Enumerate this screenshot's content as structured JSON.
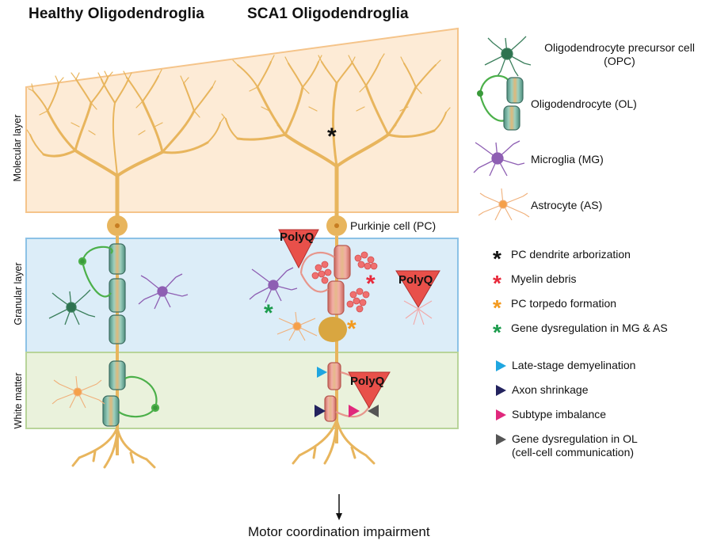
{
  "titles": {
    "healthy": "Healthy Oligodendroglia",
    "sca1": "SCA1 Oligodendroglia"
  },
  "layers": {
    "molecular": "Molecular layer",
    "granular": "Granular layer",
    "white_matter": "White matter"
  },
  "purkinje_label": "Purkinje cell (PC)",
  "polyq_label": "PolyQ",
  "footer": "Motor coordination impairment",
  "cell_legend": [
    {
      "icon": "opc-icon",
      "lines": [
        "Oligodendrocyte precursor cell",
        "(OPC)"
      ]
    },
    {
      "icon": "oligodendrocyte-icon",
      "lines": [
        "Oligodendrocyte (OL)"
      ]
    },
    {
      "icon": "microglia-icon",
      "lines": [
        "Microglia (MG)"
      ]
    },
    {
      "icon": "astrocyte-icon",
      "lines": [
        "Astrocyte (AS)"
      ]
    }
  ],
  "asterisk_legend": [
    {
      "color": "#111111",
      "label": "PC dendrite arborization"
    },
    {
      "color": "#e8283a",
      "label": "Myelin debris"
    },
    {
      "color": "#f39a1e",
      "label": "PC torpedo formation"
    },
    {
      "color": "#1a9b4b",
      "label": "Gene dysregulation in MG & AS"
    }
  ],
  "triangle_legend": [
    {
      "color": "#1fa6e0",
      "label": "Late-stage demyelination"
    },
    {
      "color": "#23235e",
      "label": "Axon shrinkage"
    },
    {
      "color": "#e0287c",
      "label": "Subtype imbalance"
    },
    {
      "color": "#555555",
      "label": "Gene dysregulation in OL",
      "sublabel": "(cell-cell communication)"
    }
  ],
  "colors": {
    "molecular_fill": "#fdebd6",
    "molecular_border": "#f5c48a",
    "granular_fill": "#dcedf8",
    "granular_border": "#8cc2e6",
    "white_fill": "#eaf2dc",
    "white_border": "#b8d49a",
    "neuron": "#e8b55d",
    "myelin_green": "#7bb9a8",
    "myelin_red": "#e7968c",
    "polyq_red": "#e8504a"
  }
}
